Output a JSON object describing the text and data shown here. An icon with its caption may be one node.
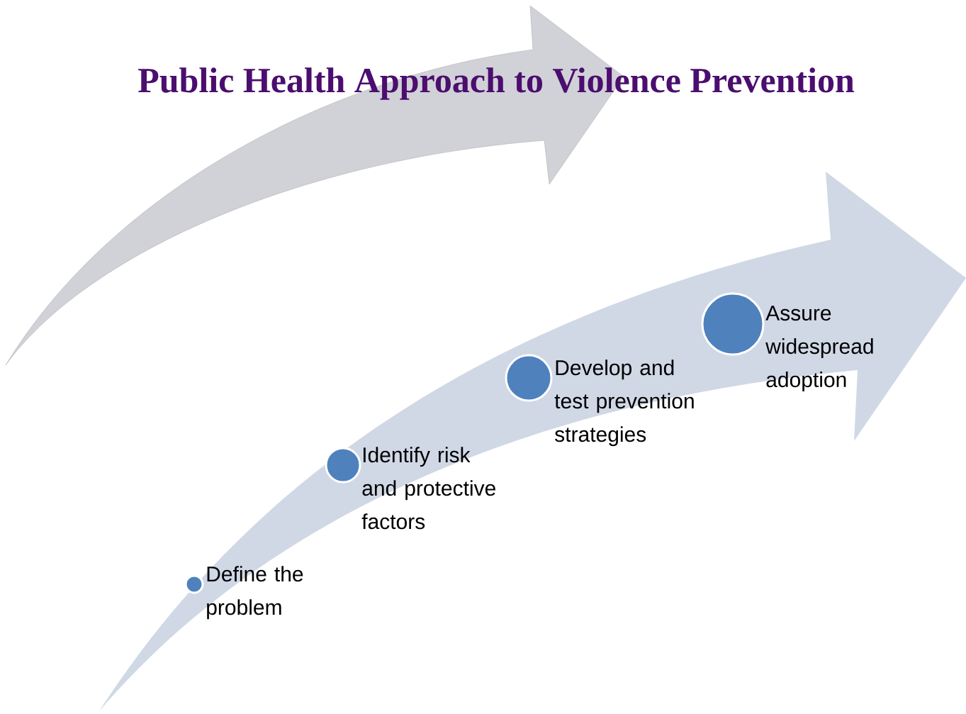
{
  "diagram": {
    "title": "Public Health Approach to Violence Prevention",
    "nodes": [
      {
        "text": [],
        "shape": "circle",
        "beside": [
          "Define the problem"
        ]
      },
      {
        "text": [],
        "shape": "circle",
        "beside": [
          "Identify risk and protective factors"
        ]
      },
      {
        "text": [],
        "shape": "circle",
        "beside": [
          "Develop and test prevention strategies"
        ]
      },
      {
        "text": [],
        "shape": "circle",
        "beside": [
          "Assure widespread adoption"
        ]
      }
    ]
  }
}
